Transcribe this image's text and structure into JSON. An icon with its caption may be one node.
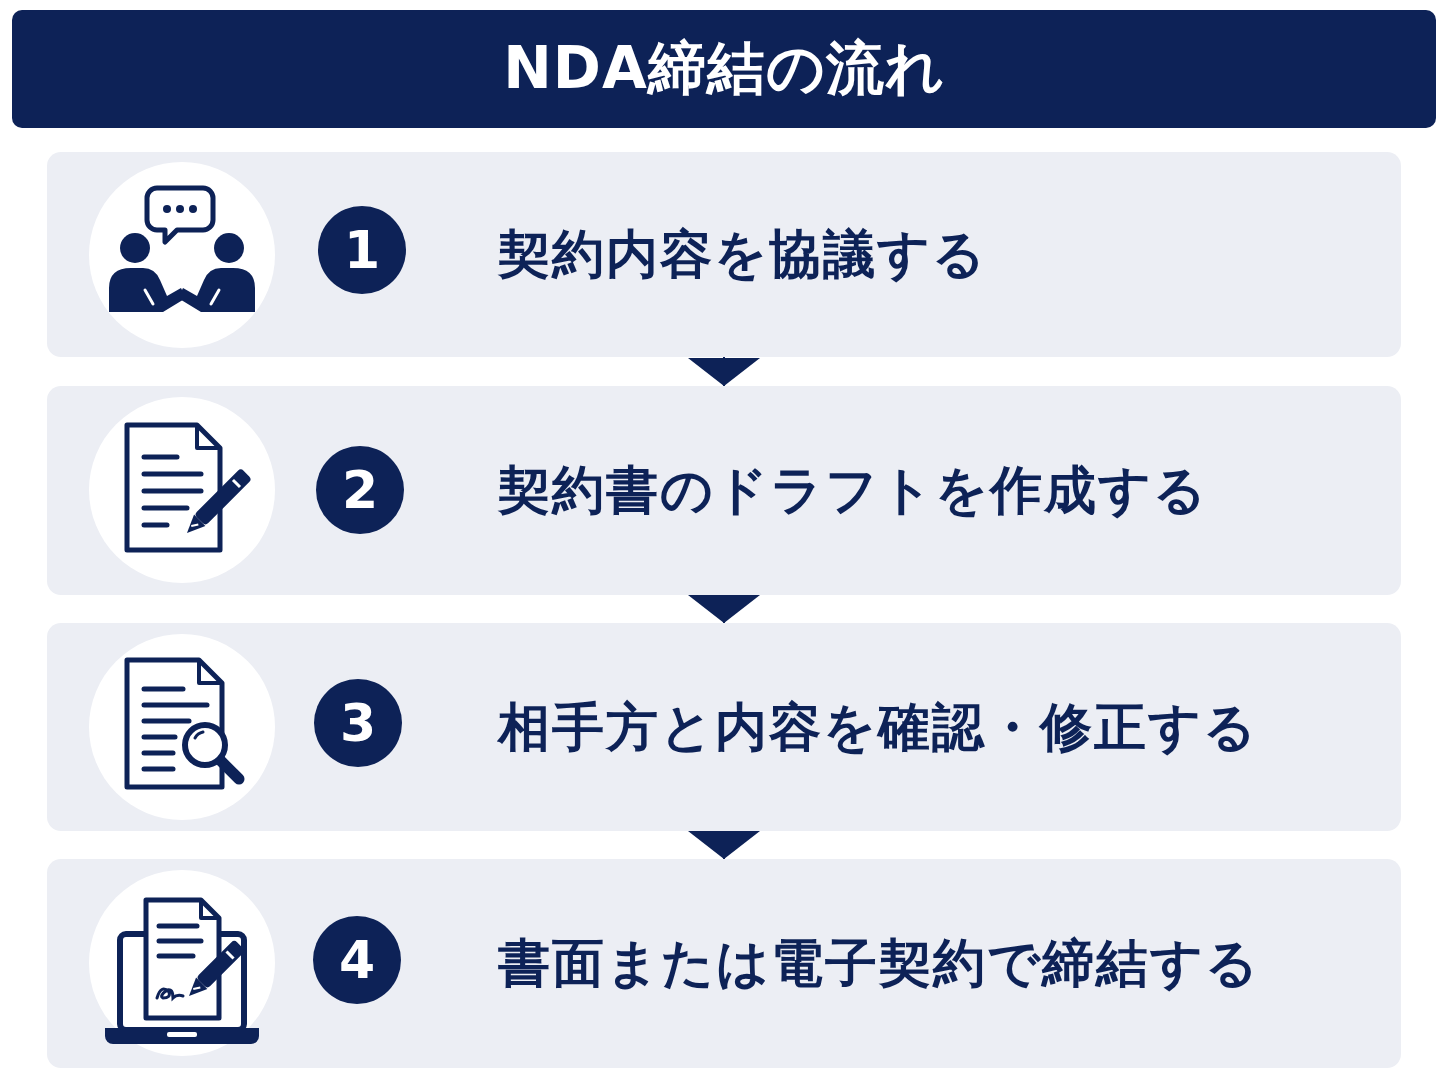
{
  "diagram": {
    "title": "NDA締結の流れ",
    "nodes": [
      {
        "text": [
          "契約内容を協議する"
        ]
      },
      {
        "text": [
          "1"
        ],
        "in": 0
      },
      {
        "text": [
          "契約書のドラフトを作成する"
        ]
      },
      {
        "text": [
          "2"
        ],
        "in": 2
      },
      {
        "text": [
          "相手方と内容を確認・修正する"
        ]
      },
      {
        "text": [
          "3"
        ],
        "in": 4
      },
      {
        "text": [
          "書面または電子契約で締結する"
        ]
      },
      {
        "text": [
          "4"
        ],
        "in": 6
      }
    ],
    "edges": [
      {
        "from": 0,
        "to": 2,
        "arrow": "to"
      },
      {
        "from": 2,
        "to": 4,
        "arrow": "to"
      },
      {
        "from": 4,
        "to": 6,
        "arrow": "to"
      }
    ]
  }
}
